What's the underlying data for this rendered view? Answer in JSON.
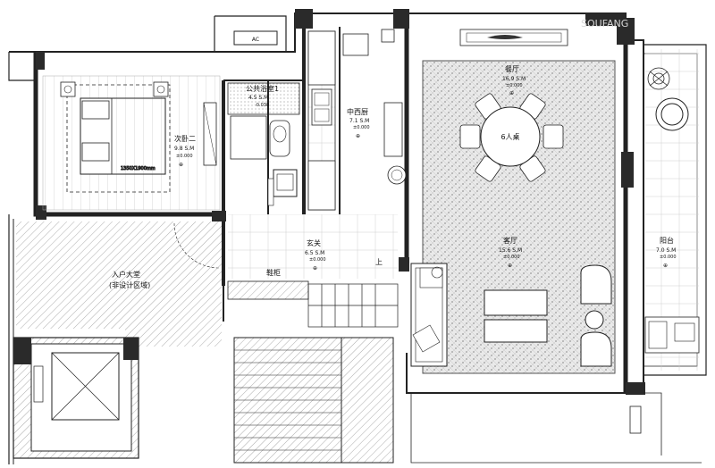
{
  "watermark": "SOUFANG",
  "rooms": {
    "ac": "AC",
    "bedroom2": {
      "name": "次卧二",
      "area": "9.8 S.M",
      "level": "±0.000",
      "bed_size": "1350X1900mm"
    },
    "public_bath": {
      "name": "公共浴室1",
      "area": "4.5 S.M",
      "level": "-0.030"
    },
    "kitchen": {
      "name": "中西厨",
      "area": "7.1 S.M",
      "level": "±0.000"
    },
    "dining": {
      "name": "餐厅",
      "area": "16.9 S.M",
      "level": "±0.000",
      "table": "6人桌"
    },
    "foyer": {
      "name": "玄关",
      "area": "6.5 S.M",
      "level": "±0.000"
    },
    "shoe_cabinet": "鞋柜",
    "stair_up": "上",
    "living": {
      "name": "客厅",
      "area": "15.6 S.M",
      "level": "±0.000"
    },
    "balcony": {
      "name": "阳台",
      "area": "7.0 S.M",
      "level": "±0.000"
    },
    "lobby": {
      "name": "入户大堂",
      "note": "(非设计区域)"
    }
  }
}
